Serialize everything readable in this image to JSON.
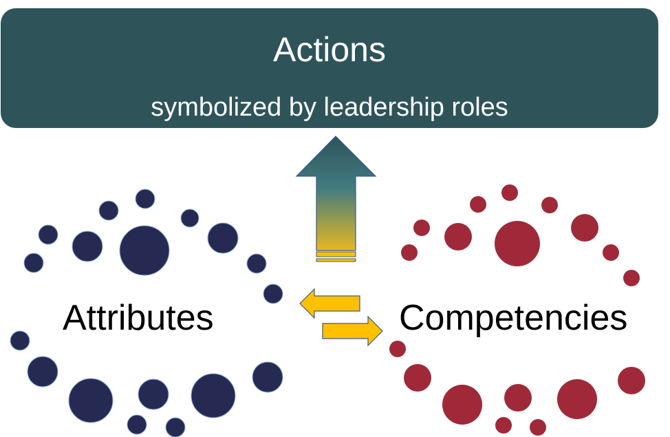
{
  "banner": {
    "title": "Actions",
    "subtitle": "symbolized by leadership roles",
    "color": "#2e545a"
  },
  "clusters": {
    "left": {
      "label": "Attributes",
      "color": "#262a52"
    },
    "right": {
      "label": "Competencies",
      "color": "#a02939"
    }
  },
  "arrows": {
    "up_gradient": [
      "#2e545a",
      "#417b80",
      "#f3be1c"
    ],
    "exchange_color": "#ffc000"
  }
}
